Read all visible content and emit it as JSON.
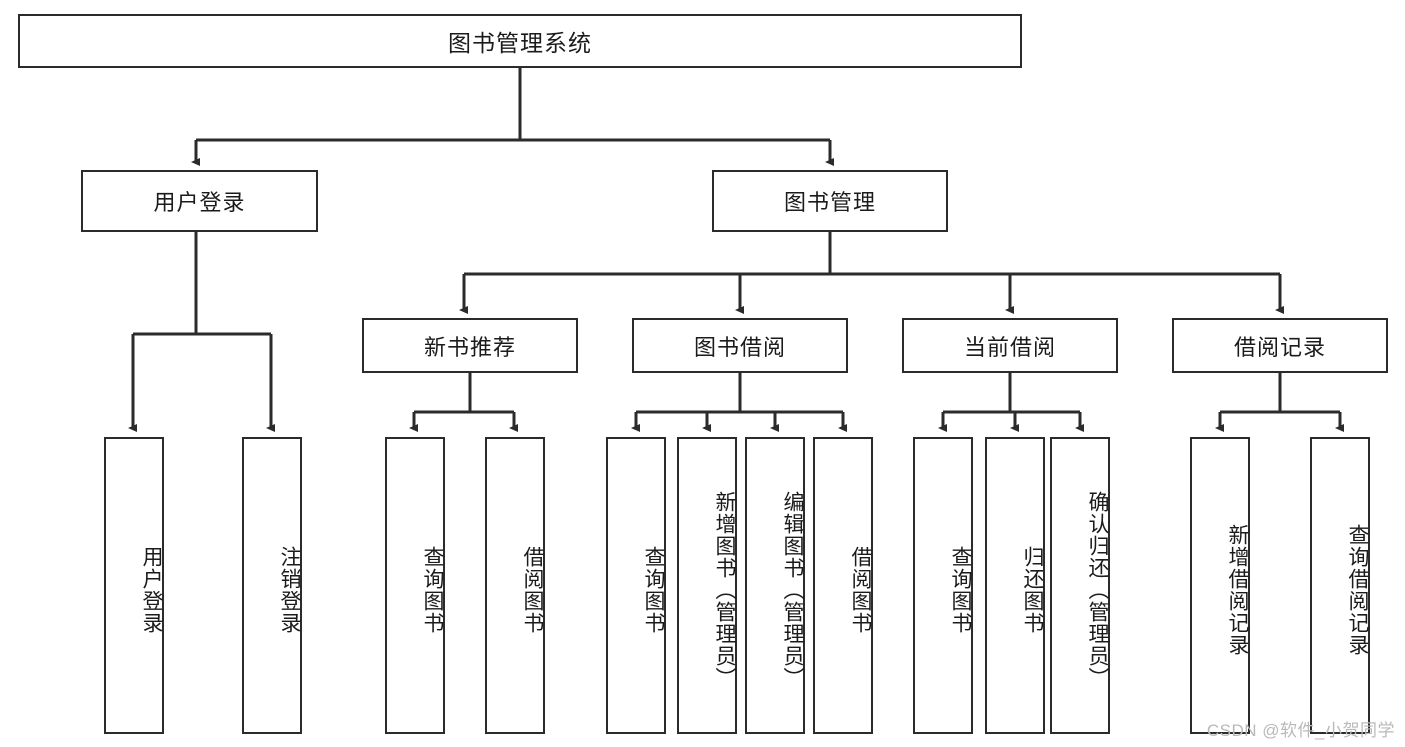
{
  "diagram": {
    "title": "图书管理系统",
    "watermark": "CSDN @软件_小贺同学",
    "colors": {
      "stroke": "#2b2b2b",
      "fill": "#ffffff",
      "text": "#1b1b1b",
      "watermark": "#b9b9b9"
    },
    "root": {
      "label": "图书管理系统"
    },
    "level2": [
      {
        "label": "用户登录"
      },
      {
        "label": "图书管理"
      }
    ],
    "level3": [
      {
        "label": "新书推荐"
      },
      {
        "label": "图书借阅"
      },
      {
        "label": "当前借阅"
      },
      {
        "label": "借阅记录"
      }
    ],
    "leaves": {
      "user_login": [
        {
          "label": "用户登录"
        },
        {
          "label": "注销登录"
        }
      ],
      "new_book_recommend": [
        {
          "label": "查询图书"
        },
        {
          "label": "借阅图书"
        }
      ],
      "book_borrow": [
        {
          "label": "查询图书"
        },
        {
          "label": "新增图书（管理员）"
        },
        {
          "label": "编辑图书（管理员）"
        },
        {
          "label": "借阅图书"
        }
      ],
      "current_borrow": [
        {
          "label": "查询图书"
        },
        {
          "label": "归还图书"
        },
        {
          "label": "确认归还（管理员）"
        }
      ],
      "borrow_record": [
        {
          "label": "新增借阅记录"
        },
        {
          "label": "查询借阅记录"
        }
      ]
    }
  }
}
